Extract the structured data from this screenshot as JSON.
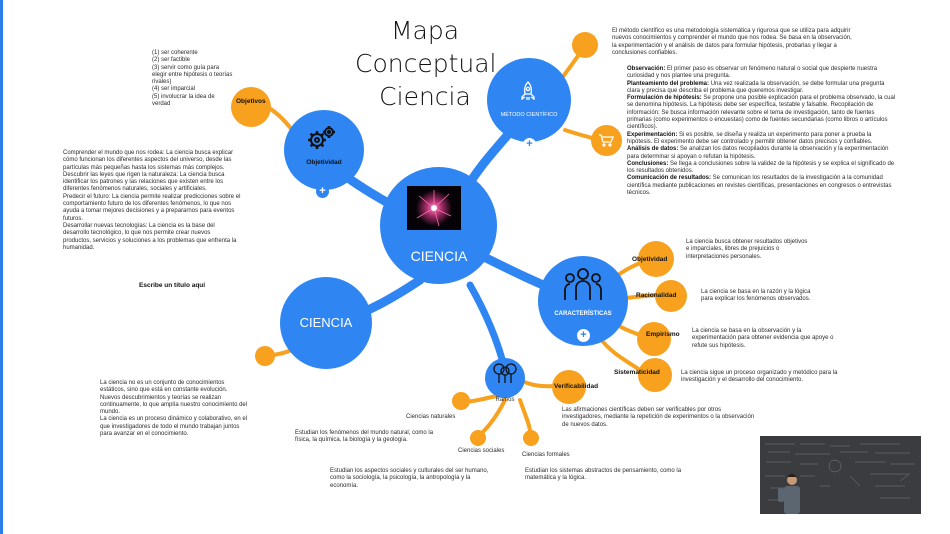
{
  "title": "Mapa\nConceptual\nCiencia",
  "center": {
    "label": "CIENCIA"
  },
  "lower_node": {
    "label": "CIENCIA"
  },
  "nodes": {
    "objetividad_top": {
      "label": "Objetividad"
    },
    "metodo": {
      "label": "MÉTODO CIENTÍFICO"
    },
    "caracteristicas": {
      "label": "CARACTERÍSTICAS"
    },
    "ramas": {
      "label": "Ramos"
    }
  },
  "objetivos": {
    "label": "Objetivos",
    "text": "(1) ser coherente\n(2) ser factible\n(3) servir como guía para\nelegir entre hipótesis o teorías\nrivales)\n(4) ser imparcial\n(5) involucrar la idea de\nverdad"
  },
  "left_text": "Comprender el mundo que nos rodea: La ciencia busca explicar\ncómo funcionan los diferentes aspectos del universo, desde las\npartículas más pequeñas hasta los sistemas más complejos.\nDescubrir las leyes que rigen la naturaleza: La ciencia busca\nidentificar los patrones y las relaciones que existen entre los\ndiferentes fenómenos naturales, sociales y artificiales.\nPredecir el futuro: La ciencia permite realizar predicciones sobre el\ncomportamiento futuro de los diferentes fenómenos, lo que nos\nayuda a tomar mejores decisiones y a prepararnos para eventos\nfuturos.\nDesarrollar nuevas tecnologías: La ciencia es la base del\ndesarrollo tecnológico, lo que nos permite crear nuevos\nproductos, servicios y soluciones a los problemas que enfrenta la\nhumanidad.",
  "placeholder_title": "Escribe un título aquí",
  "metodo_intro": "El método científico es una metodología sistemática y rigurosa que se utiliza para adquirir\nnuevos conocimientos y comprender el mundo que nos rodea. Se basa en la observación,\nla experimentación y el análisis de datos para formular hipótesis, probarlas y llegar a\nconclusiones confiables.",
  "metodo_steps": [
    {
      "term": "Observación:",
      "text": " El primer paso es observar un fenómeno natural o social que despierte nuestra\ncuriosidad y nos plantee una pregunta."
    },
    {
      "term": "Planteamiento del problema:",
      "text": " Una vez realizada la observación, se debe formular una pregunta\nclara y precisa que describa el problema que queremos investigar."
    },
    {
      "term": "Formulación de hipótesis:",
      "text": " Se propone una posible explicación para el problema observado, la cual\nse denomina hipótesis. La hipótesis debe ser específica, testable y falsable. Recopilación de\ninformación: Se busca información relevante sobre el tema de investigación, tanto de fuentes\nprimarias (como experimentos o encuestas) como de fuentes secundarias (como libros o artículos\ncientíficos)."
    },
    {
      "term": "Experimentación:",
      "text": " Si es posible, se diseña y realiza un experimento para poner a prueba la\nhipótesis. El experimento debe ser controlado y permitir obtener datos precisos y confiables."
    },
    {
      "term": "Análisis de datos:",
      "text": " Se analizan los datos recopilados durante la observación y la experimentación\npara determinar si apoyan o refutan la hipótesis."
    },
    {
      "term": "Conclusiones:",
      "text": " Se llega a conclusiones sobre la validez de la hipótesis y se explica el significado de\nlos resultados obtenidos."
    },
    {
      "term": "Comunicación de resultados:",
      "text": " Se comunican los resultados de la investigación a la comunidad\ncientífica mediante publicaciones en revistes científicas, presentaciones en congresos o entrevistas\ntécnicos."
    }
  ],
  "characteristics": [
    {
      "label": "Objetividad",
      "text": "La ciencia busca obtener resultados objetivos\ne imparciales, libres de prejuicios o\ninterpretaciones personales."
    },
    {
      "label": "Racionalidad",
      "text": "La ciencia se basa en la razón y la lógica\npara explicar los fenómenos observados."
    },
    {
      "label": "Empirismo",
      "text": "La ciencia se basa en la observación y la\nexperimentación para obtener evidencia que apoye o\nrefute sus hipótesis."
    },
    {
      "label": "Sistematicidad",
      "text": "La ciencia sigue un proceso organizado y metódico para la\ninvestigación y el desarrollo del conocimiento."
    },
    {
      "label": "Verificabilidad",
      "text": "Las afirmaciones científicas deben ser verificables por otros\ninvestigadores, mediante la repetición de experimentos o la observación\nde nuevos datos."
    }
  ],
  "branches": {
    "naturales": {
      "label": "Ciencias naturales",
      "text": "Estudian los fenómenos del mundo natural, como la\nfísica, la química, la biología y la geología."
    },
    "sociales": {
      "label": "Ciencias sociales",
      "text": "Estudian los aspectos sociales y culturales del ser humano,\ncomo la sociología, la psicología, la antropología y la\neconomía."
    },
    "formales": {
      "label": "Ciencias formales",
      "text": "Estudian los sistemas abstractos de pensamiento, como la\nmatemática y la lógica."
    }
  },
  "lower_text": "La ciencia no es un conjunto de conocimientos\nestáticos, sino que está en constante evolución.\nNuevos descubrimientos y teorías se realizan\ncontinuamente, lo que amplía nuestro conocimiento del\nmundo.\nLa ciencia es un proceso dinámico y colaborativo, en el\nque investigadores de todo el mundo trabajan juntos\npara avanzar en el conocimiento.",
  "plus_symbol": "+",
  "colors": {
    "blue": "#2f86f2",
    "orange": "#f7a11e",
    "accent_border": "#2d7de8"
  },
  "icons": [
    "gears-icon",
    "rocket-icon",
    "cart-icon",
    "people-icon",
    "trees-icon",
    "plasma-ball-image",
    "person-chalkboard-photo"
  ]
}
